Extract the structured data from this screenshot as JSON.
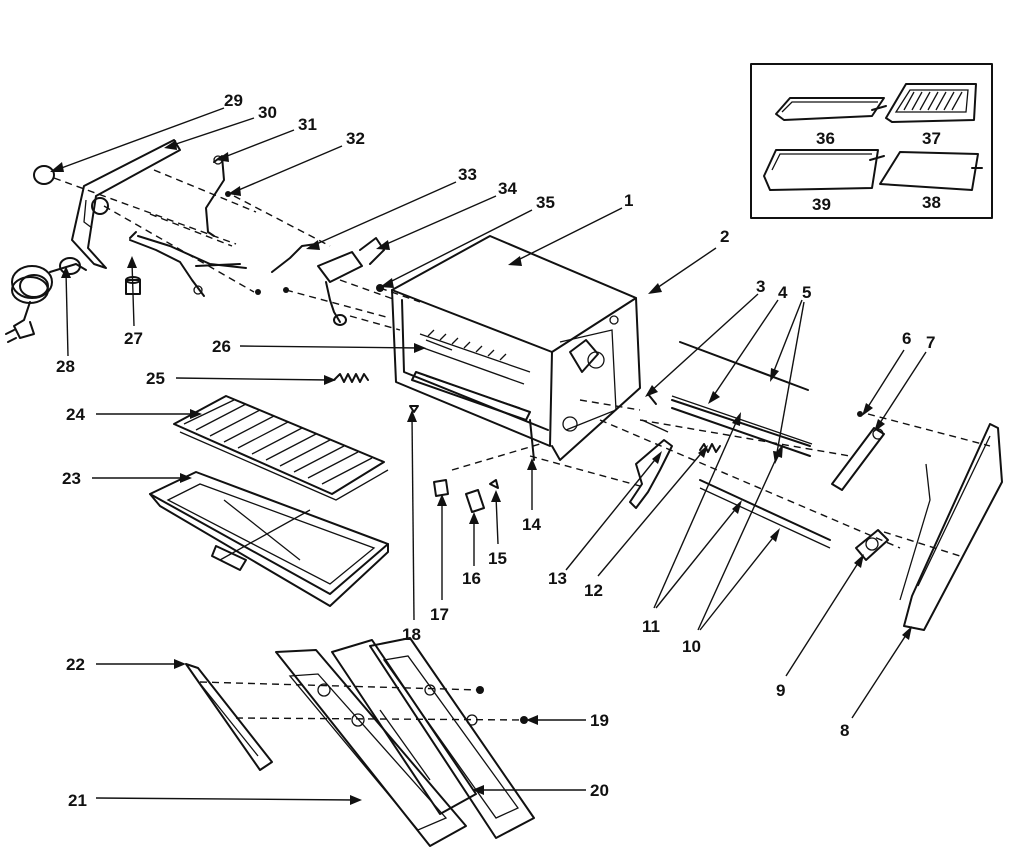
{
  "diagram": {
    "callouts": [
      {
        "id": 1,
        "label": "1"
      },
      {
        "id": 2,
        "label": "2"
      },
      {
        "id": 3,
        "label": "3"
      },
      {
        "id": 4,
        "label": "4"
      },
      {
        "id": 5,
        "label": "5"
      },
      {
        "id": 6,
        "label": "6"
      },
      {
        "id": 7,
        "label": "7"
      },
      {
        "id": 8,
        "label": "8"
      },
      {
        "id": 9,
        "label": "9"
      },
      {
        "id": 10,
        "label": "10"
      },
      {
        "id": 11,
        "label": "11"
      },
      {
        "id": 12,
        "label": "12"
      },
      {
        "id": 13,
        "label": "13"
      },
      {
        "id": 14,
        "label": "14"
      },
      {
        "id": 15,
        "label": "15"
      },
      {
        "id": 16,
        "label": "16"
      },
      {
        "id": 17,
        "label": "17"
      },
      {
        "id": 18,
        "label": "18"
      },
      {
        "id": 19,
        "label": "19"
      },
      {
        "id": 20,
        "label": "20"
      },
      {
        "id": 21,
        "label": "21"
      },
      {
        "id": 22,
        "label": "22"
      },
      {
        "id": 23,
        "label": "23"
      },
      {
        "id": 24,
        "label": "24"
      },
      {
        "id": 25,
        "label": "25"
      },
      {
        "id": 26,
        "label": "26"
      },
      {
        "id": 27,
        "label": "27"
      },
      {
        "id": 28,
        "label": "28"
      },
      {
        "id": 29,
        "label": "29"
      },
      {
        "id": 30,
        "label": "30"
      },
      {
        "id": 31,
        "label": "31"
      },
      {
        "id": 32,
        "label": "32"
      },
      {
        "id": 33,
        "label": "33"
      },
      {
        "id": 34,
        "label": "34"
      },
      {
        "id": 35,
        "label": "35"
      },
      {
        "id": 36,
        "label": "36"
      },
      {
        "id": 37,
        "label": "37"
      },
      {
        "id": 38,
        "label": "38"
      },
      {
        "id": 39,
        "label": "39"
      }
    ]
  },
  "colors": {
    "ink": "#111111",
    "background": "#ffffff"
  }
}
